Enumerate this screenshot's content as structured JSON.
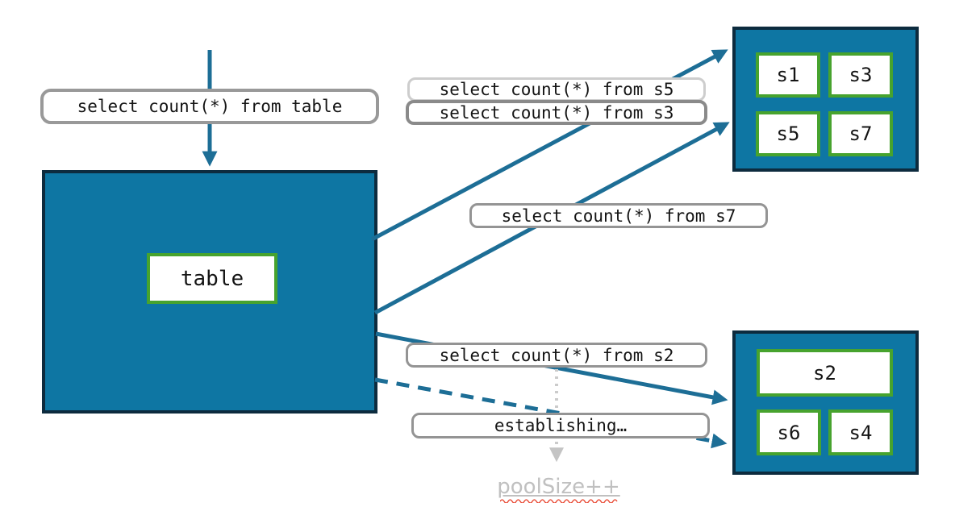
{
  "queries": {
    "from_table": "select count(*) from table",
    "from_s5": "select count(*) from s5",
    "from_s3": "select count(*) from s3",
    "from_s7": "select count(*) from s7",
    "from_s2": "select count(*) from s2",
    "establishing": "establishing…"
  },
  "main_table": {
    "label": "table"
  },
  "shard_groups": {
    "odd": {
      "shards": [
        "s1",
        "s3",
        "s5",
        "s7"
      ]
    },
    "even": {
      "shards": [
        "s2",
        "s6",
        "s4"
      ]
    }
  },
  "pool_note": "poolSize++",
  "colors": {
    "node_fill": "#0e76a3",
    "node_border": "#0d2b3e",
    "shard_border": "#47a32e",
    "arrow_teal": "#1d6e96",
    "dotted_gray": "#cbcbcb",
    "muted_text": "#c0c0c0",
    "squiggle_red": "#e8442e",
    "label_border": "#949494"
  }
}
